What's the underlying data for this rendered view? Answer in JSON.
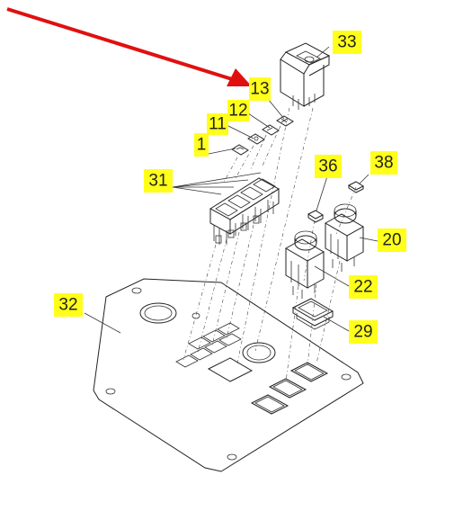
{
  "diagram": {
    "callouts": {
      "c1": "1",
      "c11": "11",
      "c12": "12",
      "c13": "13",
      "c20": "20",
      "c22": "22",
      "c29": "29",
      "c31": "31",
      "c32": "32",
      "c33": "33",
      "c36": "36",
      "c38": "38"
    },
    "colors": {
      "callout_fill": "#ffff1a",
      "arrow": "#e01010",
      "linework": "#222222"
    }
  }
}
